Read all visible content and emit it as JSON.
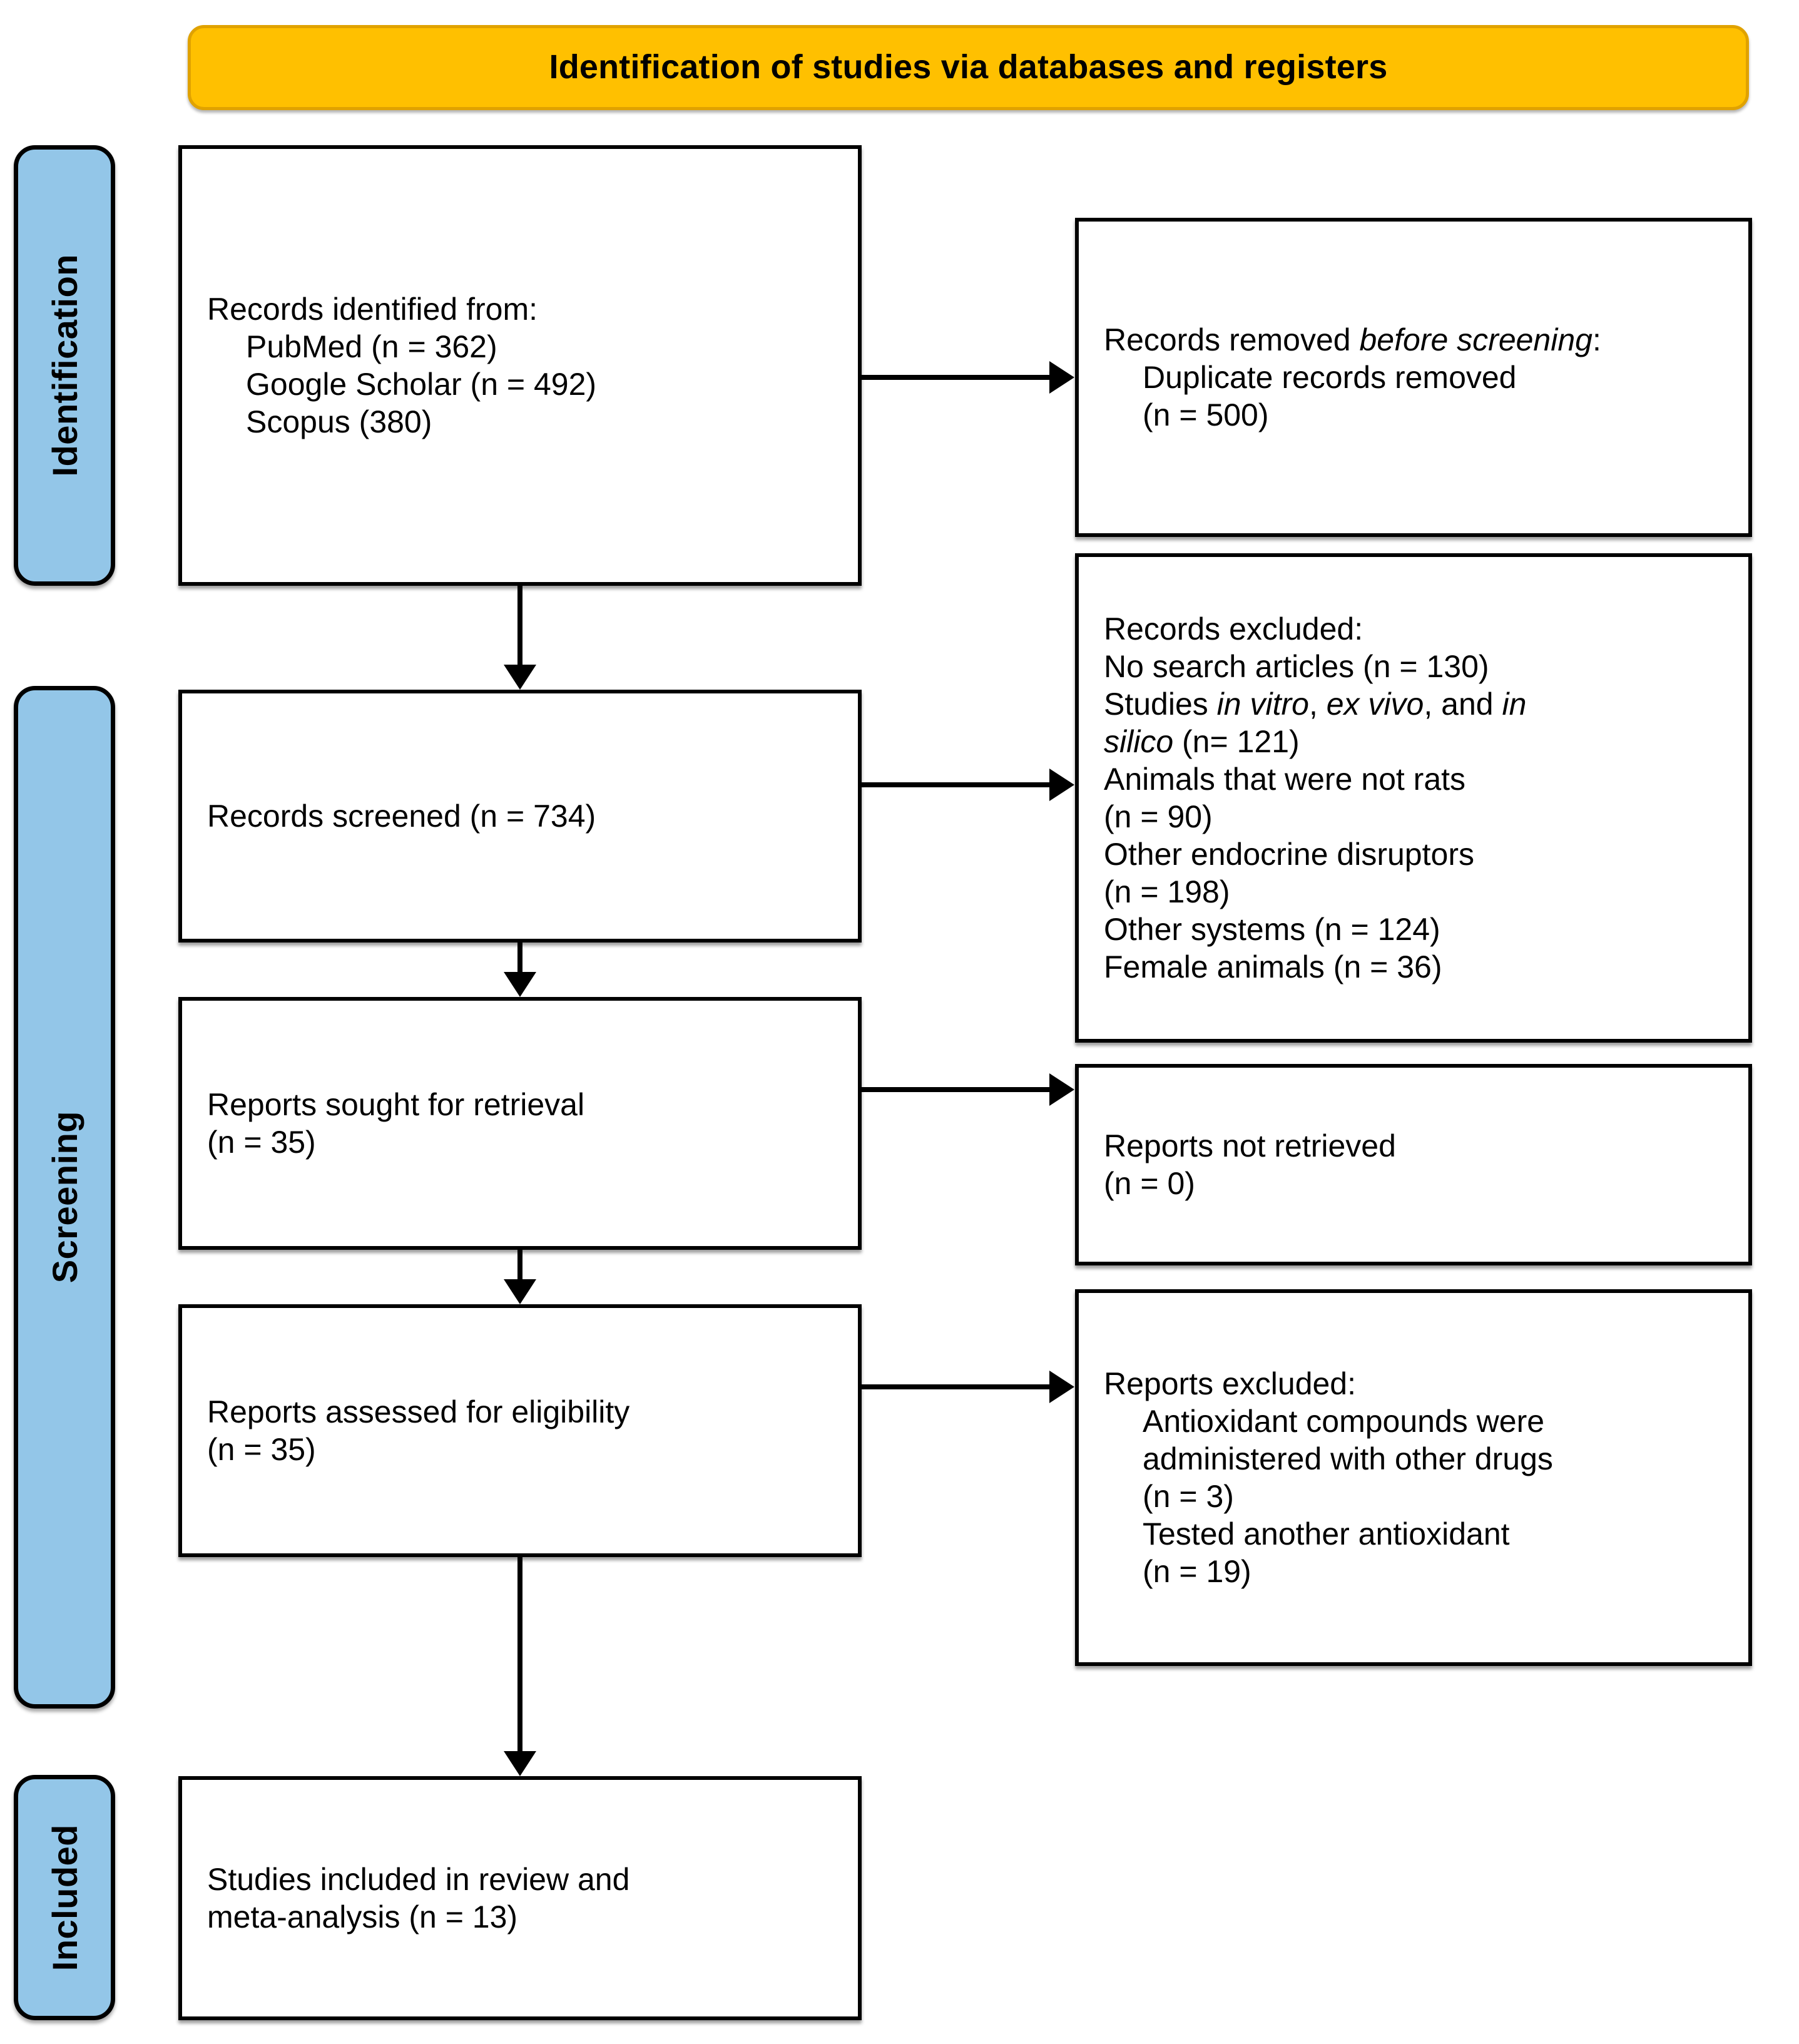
{
  "diagram": {
    "type": "prisma-flow-diagram",
    "banner": {
      "title": "Identification of studies via databases and registers"
    },
    "phases": [
      {
        "id": "identification",
        "label": "Identification"
      },
      {
        "id": "screening",
        "label": "Screening"
      },
      {
        "id": "included",
        "label": "Included"
      }
    ],
    "colors": {
      "banner_fill": "#FFC000",
      "banner_border": "#E0A200",
      "phase_fill": "#93C6E8",
      "box_border": "#000000",
      "box_fill": "#FFFFFF"
    },
    "boxes": {
      "identified": {
        "title": "Records identified from:",
        "items": [
          "PubMed (n = 362)",
          "Google Scholar (n = 492)",
          "Scopus (380)"
        ]
      },
      "removed": {
        "title_a": "Records removed ",
        "title_b": "before screening",
        "title_c": ":",
        "items": [
          "Duplicate records removed",
          "(n = 500)"
        ]
      },
      "screened": {
        "line1": "Records screened (n = 734)"
      },
      "records_excluded": {
        "title": "Records excluded:",
        "line_no_search": "No search articles (n = 130)",
        "line_studies_a": "Studies ",
        "line_studies_it1": "in vitro",
        "line_studies_b": ", ",
        "line_studies_it2": "ex vivo",
        "line_studies_c": ", and ",
        "line_studies_it3": "in",
        "line_silico_it": "silico",
        "line_silico_rest": " (n= 121)",
        "line_animals_1": "Animals that were not rats",
        "line_animals_2": "(n = 90)",
        "line_endocrine_1": "Other endocrine disruptors",
        "line_endocrine_2": "(n = 198)",
        "line_systems": "Other systems (n = 124)",
        "line_female": "Female animals (n = 36)"
      },
      "sought": {
        "line1": "Reports sought for retrieval",
        "line2": "(n = 35)"
      },
      "not_retrieved": {
        "line1": "Reports not retrieved",
        "line2": "(n = 0)"
      },
      "assessed": {
        "line1": "Reports assessed for eligibility",
        "line2": "(n = 35)"
      },
      "reports_excluded": {
        "title": "Reports excluded:",
        "items": [
          "Antioxidant compounds were",
          "administered with other drugs",
          "(n = 3)",
          "Tested another antioxidant",
          "(n = 19)"
        ]
      },
      "included": {
        "line1": "Studies included in review and",
        "line2": "meta-analysis (n = 13)"
      }
    }
  }
}
